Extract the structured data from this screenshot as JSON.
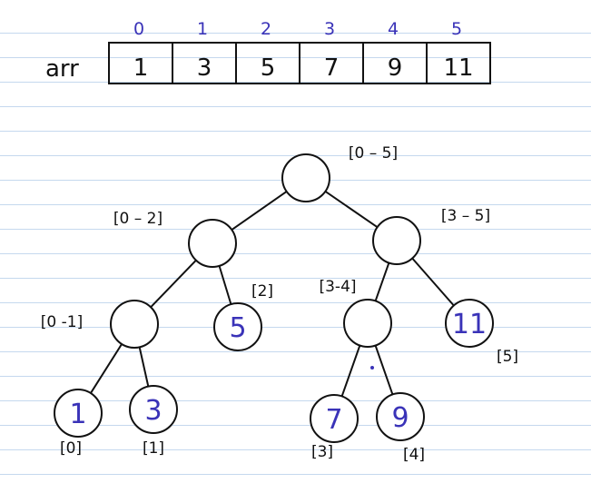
{
  "array": {
    "name": "arr",
    "indices": [
      "0",
      "1",
      "2",
      "3",
      "4",
      "5"
    ],
    "values": [
      "1",
      "3",
      "5",
      "7",
      "9",
      "11"
    ]
  },
  "tree": {
    "nodes": [
      {
        "id": "n0-5",
        "range": "[0 – 5]",
        "value": ""
      },
      {
        "id": "n0-2",
        "range": "[0 – 2]",
        "value": ""
      },
      {
        "id": "n3-5",
        "range": "[3 – 5]",
        "value": ""
      },
      {
        "id": "n0-1",
        "range": "[0 -1]",
        "value": ""
      },
      {
        "id": "n2",
        "range": "[2]",
        "value": "5"
      },
      {
        "id": "n3-4",
        "range": "[3-4]",
        "value": ""
      },
      {
        "id": "n5",
        "range": "[5]",
        "value": "11"
      },
      {
        "id": "n0",
        "range": "[0]",
        "value": "1"
      },
      {
        "id": "n1",
        "range": "[1]",
        "value": "3"
      },
      {
        "id": "n3",
        "range": "[3]",
        "value": "7"
      },
      {
        "id": "n4",
        "range": "[4]",
        "value": "9"
      }
    ],
    "edges": [
      [
        "n0-5",
        "n0-2"
      ],
      [
        "n0-5",
        "n3-5"
      ],
      [
        "n0-2",
        "n0-1"
      ],
      [
        "n0-2",
        "n2"
      ],
      [
        "n3-5",
        "n3-4"
      ],
      [
        "n3-5",
        "n5"
      ],
      [
        "n0-1",
        "n0"
      ],
      [
        "n0-1",
        "n1"
      ],
      [
        "n3-4",
        "n3"
      ],
      [
        "n3-4",
        "n4"
      ]
    ]
  },
  "colors": {
    "ink": "#111111",
    "blue": "#3a33b8",
    "rule": "#c5d8ee"
  }
}
